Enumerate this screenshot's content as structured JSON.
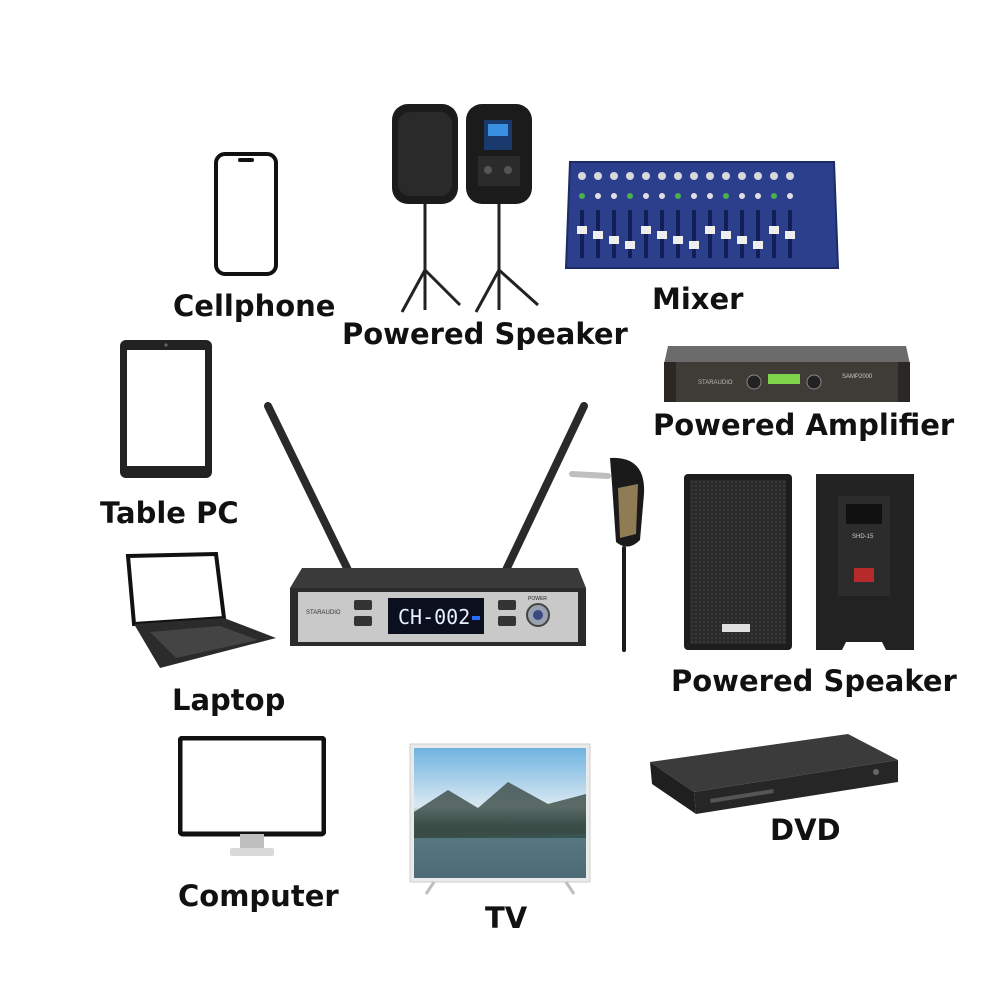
{
  "labels": {
    "cellphone": "Cellphone",
    "powered_speaker_top": "Powered Speaker",
    "mixer": "Mixer",
    "powered_amplifier": "Powered Amplifier",
    "table_pc": "Table PC",
    "powered_speaker_right": "Powered Speaker",
    "laptop": "Laptop",
    "computer": "Computer",
    "tv": "TV",
    "dvd": "DVD"
  },
  "receiver": {
    "brand": "STARAUDIO",
    "display": "CH-002",
    "power_label": "POWER"
  },
  "amplifier": {
    "brand": "STARAUDIO",
    "model": "SAMP2000"
  },
  "speaker_back": {
    "model": "SHD-15"
  },
  "colors": {
    "lcd_blue": "#2a6cff",
    "mixer_blue": "#2b3f8c",
    "amp_lcd": "#7fd34a"
  }
}
